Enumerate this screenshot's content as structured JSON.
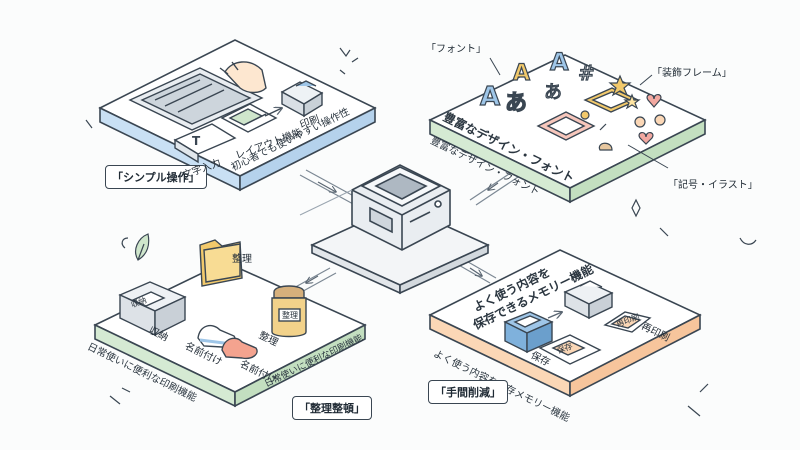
{
  "colors": {
    "blue": "#c9e0f4",
    "green": "#d5ead3",
    "orange": "#fbd7b6",
    "gray": "#e7ebee",
    "outline": "#3a4652",
    "accent_gold": "#f2c96b"
  },
  "center": {
    "device": "label-printer"
  },
  "simple": {
    "tag": "「シンプル操作」",
    "edge": "初心者でも使いやすい操作性",
    "labels": {
      "text_input": "文字入力",
      "layout": "レイアウト機能",
      "print": "印刷"
    }
  },
  "design": {
    "edge": "豊富なデザイン・フォント",
    "top_text": "豊富なデザイン・フォント",
    "callouts": {
      "font": "「フォント」",
      "frame": "「装飾フレーム」",
      "symbol": "「記号・イラスト」"
    }
  },
  "organize": {
    "tag": "「整理整頓」",
    "edge": "日常使いに便利な印刷機能",
    "edge2": "日常使いに便利な印刷機能",
    "labels": {
      "storage": "収納",
      "box_label": "収納",
      "file": "整理",
      "name": "名前付け",
      "name2": "名前付け",
      "jar": "整理",
      "jar_label": "整理",
      "sort": "整理"
    }
  },
  "memory": {
    "tag": "「手間削減」",
    "edge": "よく使う内容を保存メモリー機能",
    "heading_line1": "よく使う内容を",
    "heading_line2": "保存できるメモリー機能",
    "labels": {
      "save": "保存",
      "save_card": "保存",
      "reprint": "再印刷",
      "reprint_card": "再印刷"
    }
  }
}
